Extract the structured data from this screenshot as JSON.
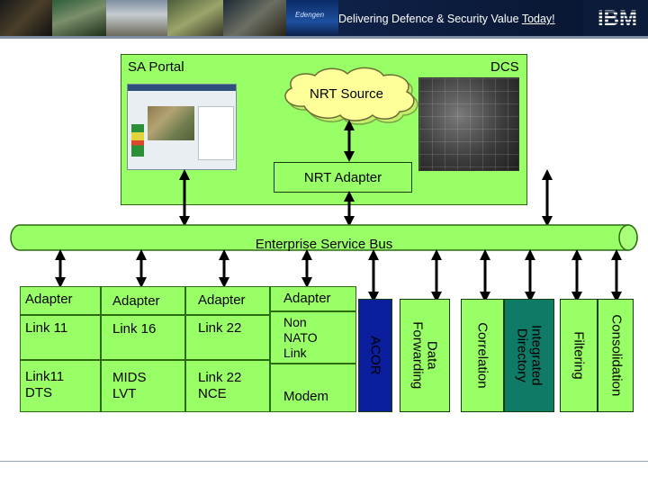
{
  "header": {
    "tagline_main": "Delivering Defence & Security Value ",
    "tagline_emph": "Today!",
    "logo_text": "IBM",
    "photo_caption": "Edengen"
  },
  "diagram": {
    "portal_label": "SA Portal",
    "dcs_label": "DCS",
    "nrt_source": "NRT Source",
    "nrt_adapter": "NRT Adapter",
    "esb": "Enterprise Service Bus",
    "columns": [
      {
        "adapter": "Adapter",
        "link": "Link 11",
        "device": "Link11 DTS"
      },
      {
        "adapter": "Adapter",
        "link": "Link 16",
        "device": "MIDS LVT"
      },
      {
        "adapter": "Adapter",
        "link": "Link 22",
        "device": "Link 22 NCE"
      },
      {
        "adapter": "Adapter",
        "link": "Non NATO Link",
        "device": "Modem"
      }
    ],
    "services": [
      {
        "label": "ACOR",
        "color": "#0a1e9e",
        "text_color": "#000000"
      },
      {
        "label": "Data Forwarding",
        "color": "#99ff66",
        "text_color": "#000000"
      },
      {
        "label": "Correlation",
        "color": "#99ff66",
        "text_color": "#000000"
      },
      {
        "label": "Integrated Directory",
        "color": "#0f7a66",
        "text_color": "#000000"
      },
      {
        "label": "Filtering",
        "color": "#99ff66",
        "text_color": "#000000"
      },
      {
        "label": "Consolidation",
        "color": "#99ff66",
        "text_color": "#000000"
      }
    ]
  }
}
